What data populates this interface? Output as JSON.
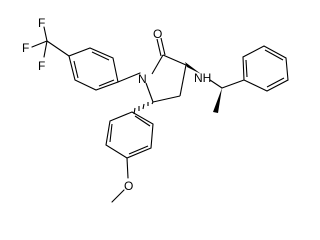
{
  "structure": {
    "atoms": {
      "F_top": "F",
      "F_left": "F",
      "F_bottom": "F",
      "O_carbonyl": "O",
      "N_ring": "N",
      "NH": "NH",
      "O_methoxy": "O"
    }
  }
}
